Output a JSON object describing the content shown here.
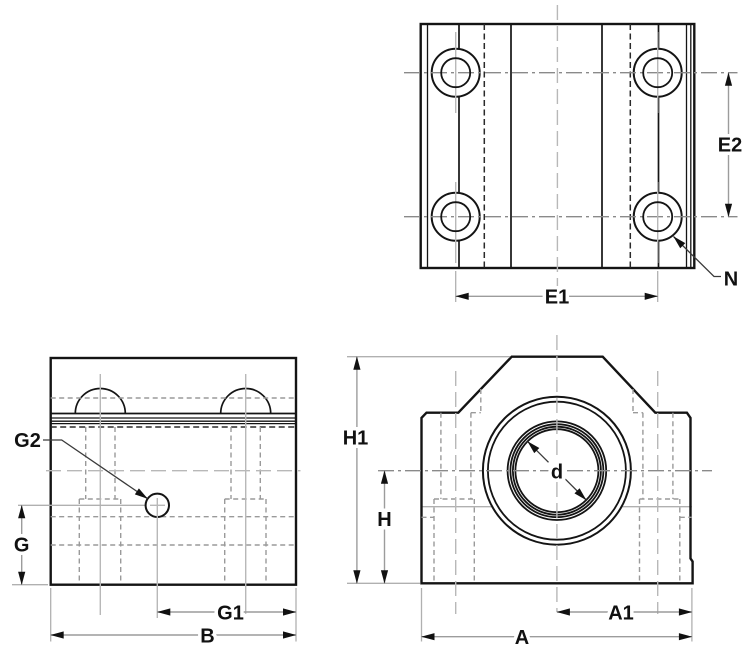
{
  "drawing": {
    "type": "engineering-3-view-drawing",
    "colors": {
      "line_black": "#141414",
      "centerline_gray": "#b8b8b8",
      "hidden_gray": "#9a9a9a",
      "dimension_gray": "#9c9c9c",
      "background": "#ffffff"
    },
    "top_view": {
      "labels": {
        "e1": "E1",
        "e2": "E2",
        "n": "N"
      }
    },
    "side_view": {
      "labels": {
        "g2": "G2",
        "g": "G",
        "g1": "G1",
        "b": "B"
      }
    },
    "front_view": {
      "labels": {
        "h1": "H1",
        "h": "H",
        "a1": "A1",
        "a": "A",
        "d": "d"
      }
    }
  }
}
